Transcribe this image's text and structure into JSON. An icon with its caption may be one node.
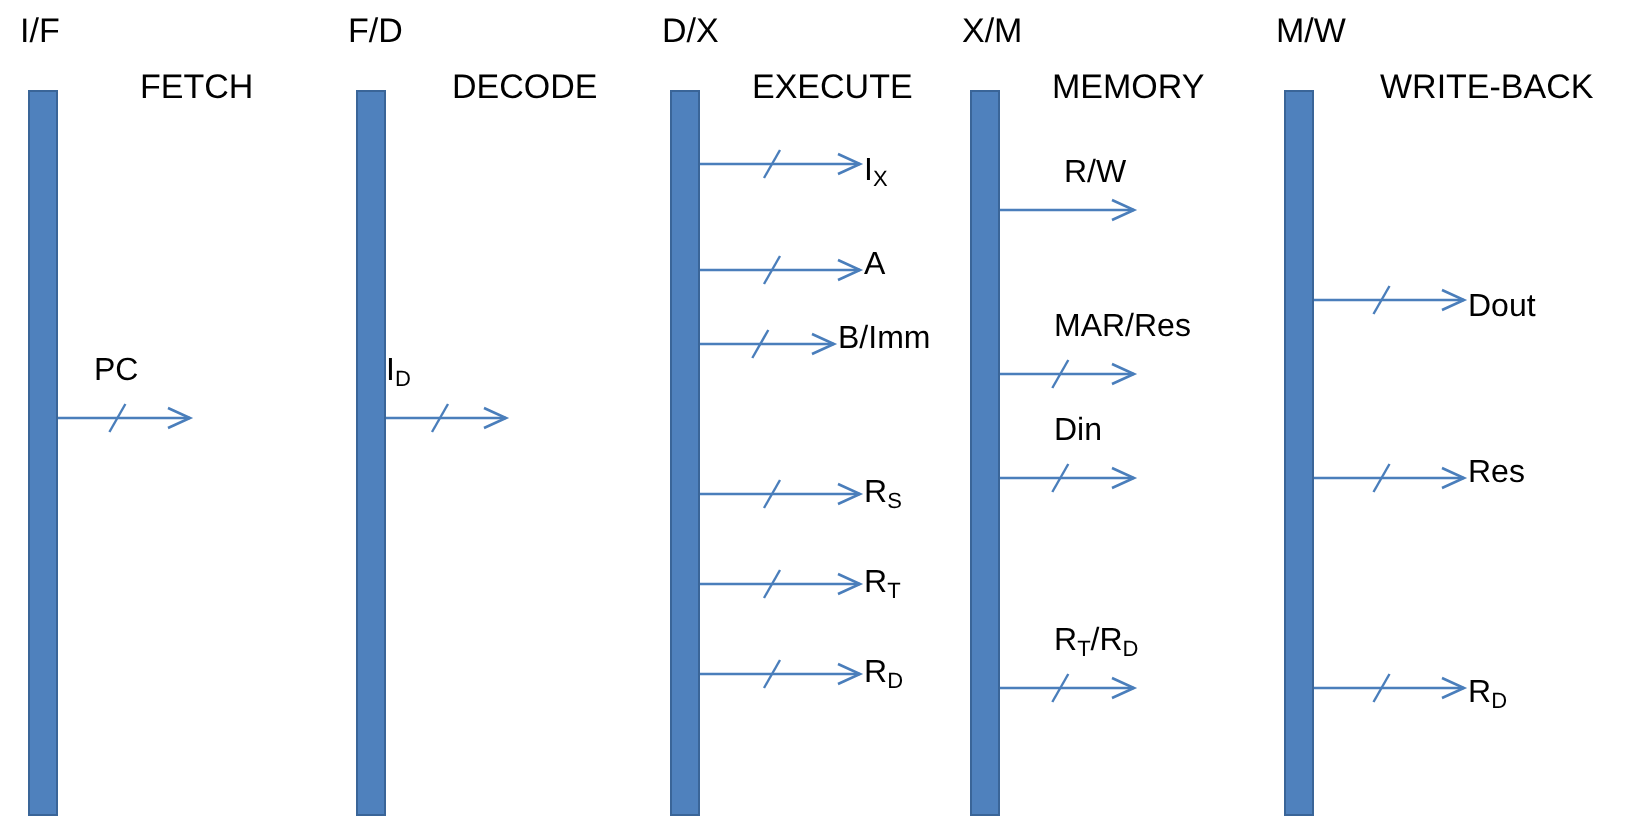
{
  "diagram": {
    "nodes": [
      {
        "text": [
          "I/F"
        ]
      },
      {
        "text": [
          "F/D"
        ]
      },
      {
        "text": [
          "D/X"
        ]
      },
      {
        "text": [
          "X/M"
        ]
      },
      {
        "text": [
          "M/W"
        ]
      },
      {
        "text": [
          "I$_{X}$"
        ]
      },
      {
        "text": [
          "A"
        ]
      },
      {
        "text": [
          "B/Imm"
        ]
      },
      {
        "text": [
          "R$_{S}$"
        ]
      },
      {
        "text": [
          "R$_{T}$"
        ]
      },
      {
        "text": [
          "R$_{D}$"
        ]
      },
      {
        "text": [
          "Dout"
        ]
      },
      {
        "text": [
          "Res"
        ]
      },
      {
        "text": [
          "R$_{D}$"
        ]
      }
    ],
    "edges": [
      {
        "from": 0,
        "to": null,
        "arrow": "to",
        "label": "PC"
      },
      {
        "from": 1,
        "to": null,
        "arrow": "to",
        "label": "I$_{D}$"
      },
      {
        "from": 2,
        "to": 5,
        "arrow": "to"
      },
      {
        "from": 2,
        "to": 6,
        "arrow": "to"
      },
      {
        "from": 2,
        "to": 7,
        "arrow": "to"
      },
      {
        "from": 2,
        "to": 8,
        "arrow": "to"
      },
      {
        "from": 2,
        "to": 9,
        "arrow": "to"
      },
      {
        "from": 2,
        "to": 10,
        "arrow": "to"
      },
      {
        "from": 3,
        "to": null,
        "arrow": "to",
        "label": "R/W"
      },
      {
        "from": 3,
        "to": null,
        "arrow": "to",
        "label": "MAR/Res"
      },
      {
        "from": 3,
        "to": null,
        "arrow": "to",
        "label": "Din"
      },
      {
        "from": 3,
        "to": null,
        "arrow": "to",
        "label": "R$_{T}$/R$_{D}$"
      },
      {
        "from": 4,
        "to": 11,
        "arrow": "to"
      },
      {
        "from": 4,
        "to": 12,
        "arrow": "to"
      },
      {
        "from": 4,
        "to": 13,
        "arrow": "to"
      }
    ],
    "labels": [
      "FETCH",
      "DECODE",
      "EXECUTE",
      "MEMORY",
      "WRITE-BACK"
    ]
  }
}
